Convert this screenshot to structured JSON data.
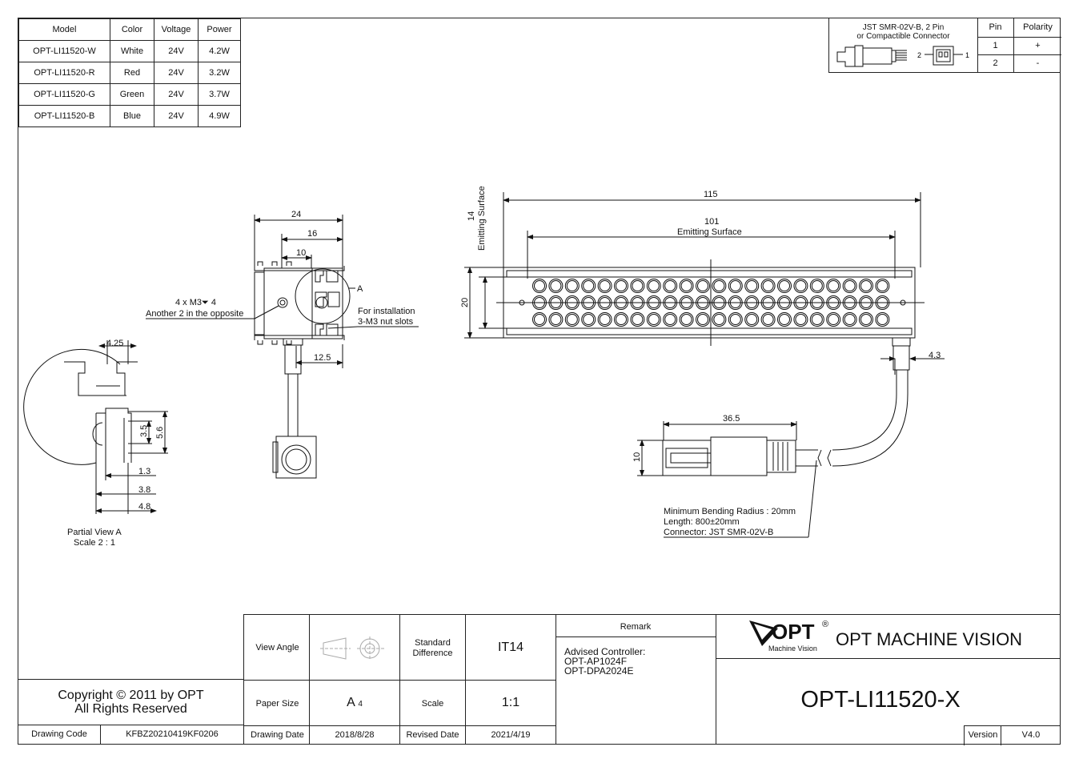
{
  "model_table": {
    "headers": [
      "Model",
      "Color",
      "Voltage",
      "Power"
    ],
    "rows": [
      [
        "OPT-LI11520-W",
        "White",
        "24V",
        "4.2W"
      ],
      [
        "OPT-LI11520-R",
        "Red",
        "24V",
        "3.2W"
      ],
      [
        "OPT-LI11520-G",
        "Green",
        "24V",
        "3.7W"
      ],
      [
        "OPT-LI11520-B",
        "Blue",
        "24V",
        "4.9W"
      ]
    ]
  },
  "connector_table": {
    "title_line1": "JST SMR-02V-B, 2 Pin",
    "title_line2": "or Compactible Connector",
    "pin_header": "Pin",
    "polarity_header": "Polarity",
    "pins": [
      {
        "pin": "1",
        "polarity": "+"
      },
      {
        "pin": "2",
        "polarity": "-"
      }
    ],
    "label_2": "2",
    "label_1": "1"
  },
  "drawing": {
    "side_view": {
      "dim_24": "24",
      "dim_16": "16",
      "dim_10": "10",
      "dim_12_5": "12.5",
      "thread_note": "4 x M3⏷ 4",
      "thread_note2": "Another 2 in the opposite",
      "install_note1": "For installation",
      "install_note2": "3-M3 nut slots",
      "detail_marker": "A"
    },
    "partial_view": {
      "dim_4_25": "4.25",
      "dim_3_5": "3.5",
      "dim_5_6": "5.6",
      "dim_1_3": "1.3",
      "dim_3_8": "3.8",
      "dim_4_8": "4.8",
      "title": "Partial View A",
      "scale": "Scale 2 : 1"
    },
    "front_view": {
      "dim_115": "115",
      "dim_101": "101",
      "emitting_surface": "Emitting Surface",
      "dim_14": "14",
      "emitting_surface_v": "Emitting Surface",
      "dim_20": "20",
      "dim_4_3": "4.3",
      "dim_36_5": "36.5",
      "dim_10": "10",
      "cable_note1": "Minimum Bending Radius : 20mm",
      "cable_note2": "Length: 800±20mm",
      "cable_note3": "Connector: JST SMR-02V-B"
    }
  },
  "title_block": {
    "copyright1": "Copyright © 2011 by OPT",
    "copyright2": "All Rights Reserved",
    "drawing_code_label": "Drawing Code",
    "drawing_code": "KFBZ20210419KF0206",
    "view_angle_label": "View Angle",
    "standard_difference_label1": "Standard",
    "standard_difference_label2": "Difference",
    "standard_difference": "IT14",
    "paper_size_label": "Paper Size",
    "paper_size_main": "A",
    "paper_size_sub": "4",
    "scale_label": "Scale",
    "scale": "1:1",
    "drawing_date_label": "Drawing Date",
    "drawing_date": "2018/8/28",
    "revised_date_label": "Revised Date",
    "revised_date": "2021/4/19",
    "remark_label": "Remark",
    "remark1": "Advised Controller:",
    "remark2": "OPT-AP1024F",
    "remark3": "OPT-DPA2024E",
    "logo_text": "OPT",
    "logo_reg": "®",
    "logo_sub": "Machine Vision",
    "company": "OPT MACHINE VISION",
    "part_number": "OPT-LI11520-X",
    "version_label": "Version",
    "version": "V4.0"
  }
}
